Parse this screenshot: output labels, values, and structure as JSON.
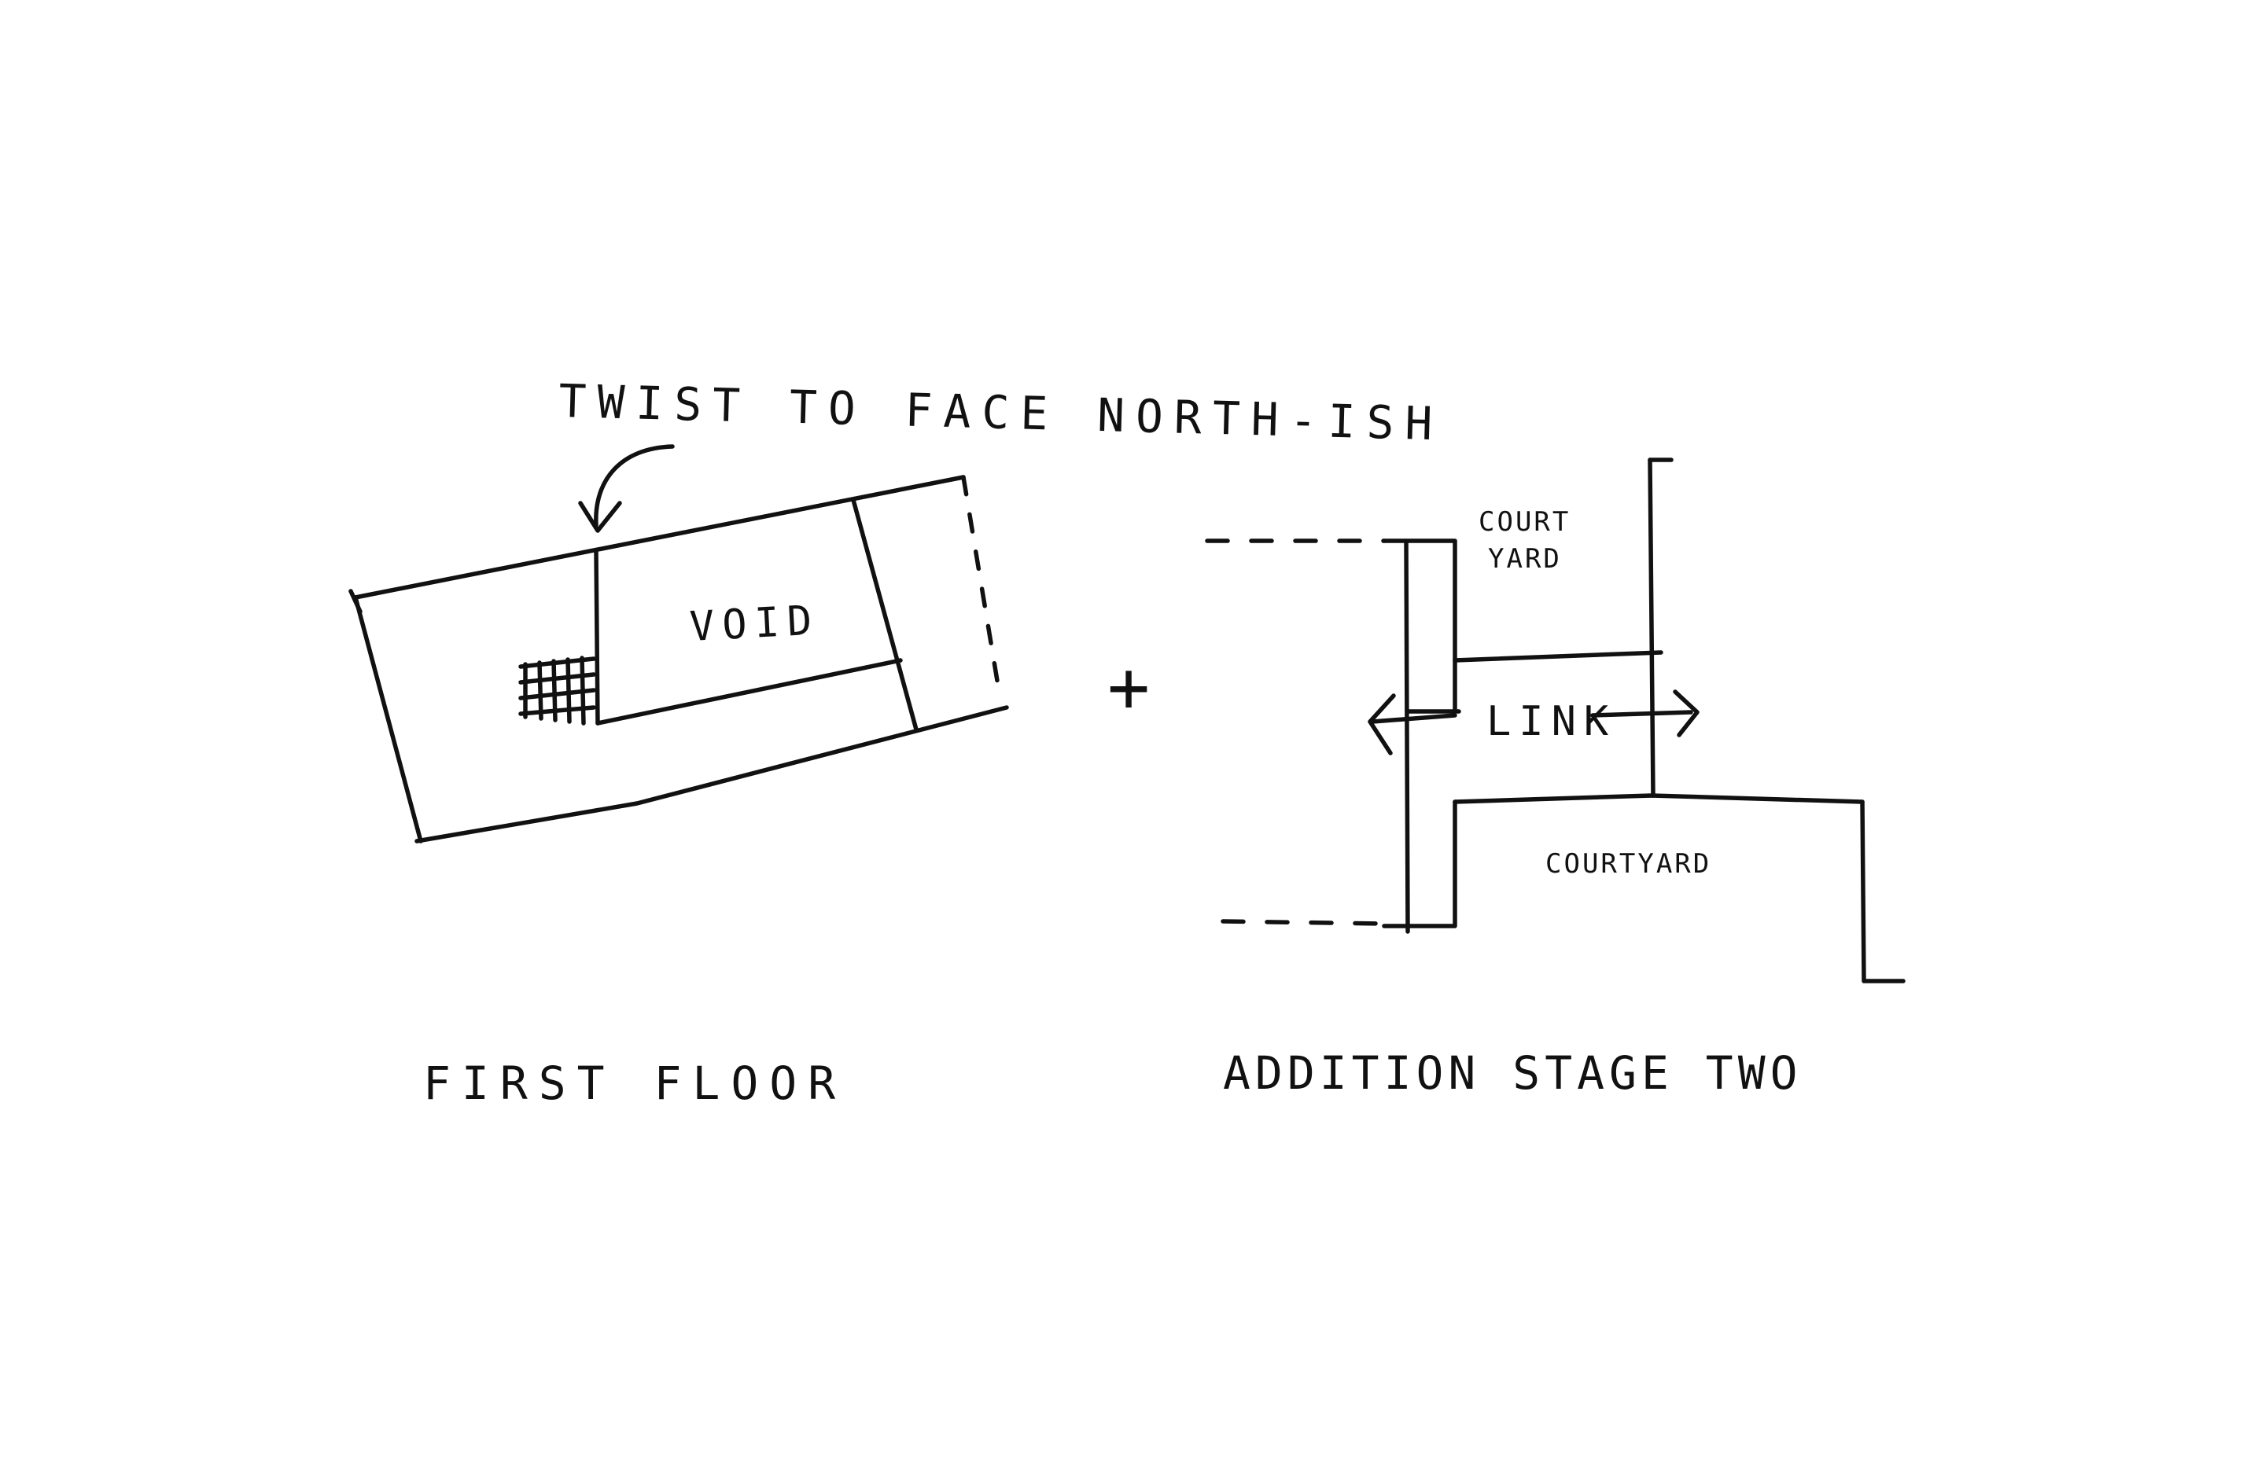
{
  "annotations": {
    "twist_note": "TWIST TO FACE NORTH-ISH",
    "void": "VOID",
    "link": "LINK",
    "courtyard_small_line1": "COURT",
    "courtyard_small_line2": "YARD",
    "courtyard_large": "COURTYARD",
    "plus": "+"
  },
  "captions": {
    "left": "FIRST FLOOR",
    "right": "ADDITION STAGE TWO"
  },
  "colors": {
    "ink": "#111111",
    "paper": "#ffffff"
  }
}
